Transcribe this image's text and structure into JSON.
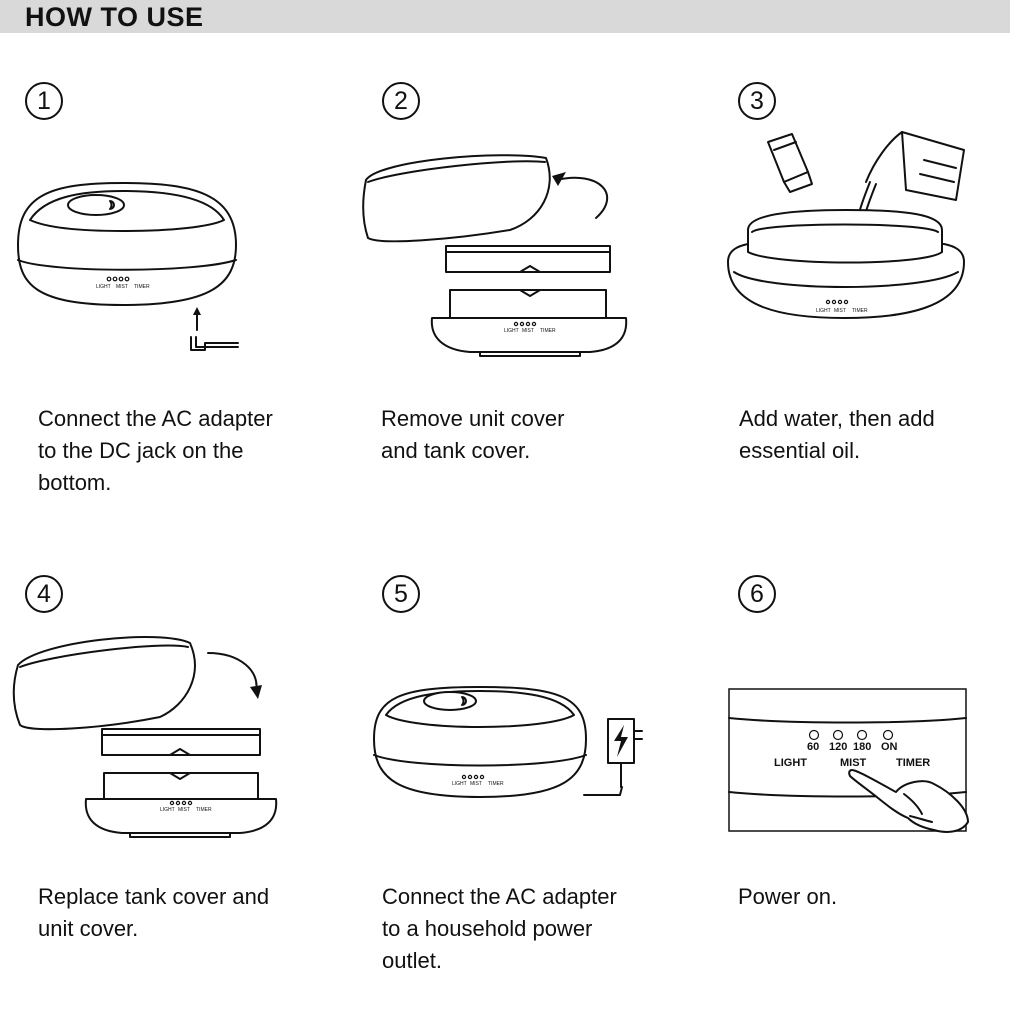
{
  "header": {
    "title": "HOW TO USE"
  },
  "steps": [
    {
      "number": "1",
      "lines": [
        "Connect the AC adapter",
        "to the DC jack on the",
        "bottom."
      ]
    },
    {
      "number": "2",
      "lines": [
        "Remove unit cover",
        "and tank cover."
      ]
    },
    {
      "number": "3",
      "lines": [
        "Add water, then add",
        "essential oil."
      ]
    },
    {
      "number": "4",
      "lines": [
        "Replace tank cover and",
        "unit cover."
      ]
    },
    {
      "number": "5",
      "lines": [
        "Connect the AC adapter",
        "to a household power",
        "outlet."
      ]
    },
    {
      "number": "6",
      "lines": [
        "Power on."
      ]
    }
  ],
  "device_labels": {
    "light": "LIGHT",
    "mist": "MIST",
    "timer": "TIMER"
  },
  "panel": {
    "timer_values": [
      "60",
      "120",
      "180",
      "ON"
    ],
    "light": "LIGHT",
    "mist": "MIST",
    "timer": "TIMER"
  },
  "icons": {
    "power_plug": "lightning-bolt-icon",
    "arrow": "curved-arrow-icon"
  }
}
